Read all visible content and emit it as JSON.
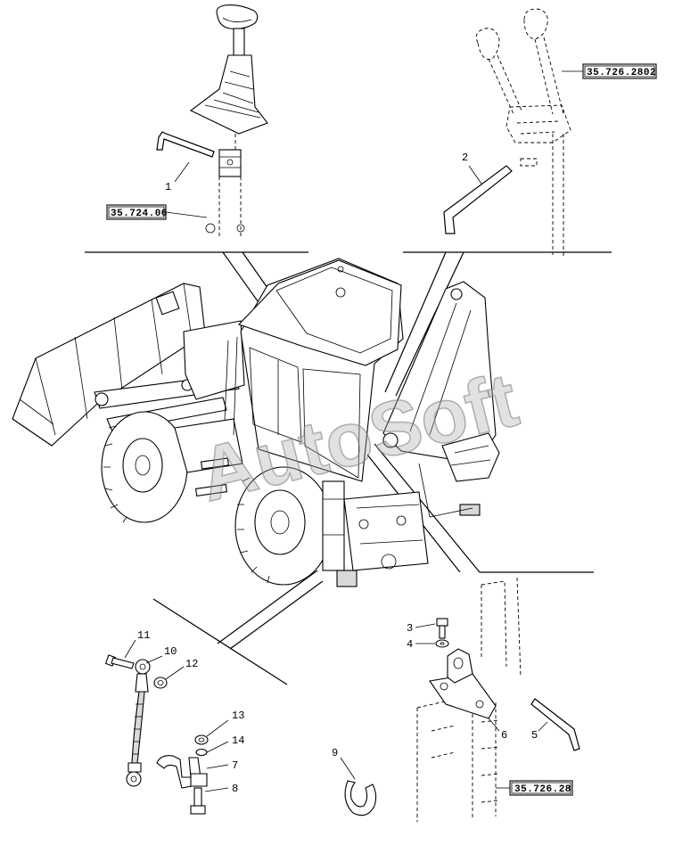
{
  "references": {
    "ref_upper_left": "35.724.06",
    "ref_upper_right": "35.726.2802",
    "ref_lower_right": "35.726.28"
  },
  "callouts": {
    "c1": "1",
    "c2": "2",
    "c3": "3",
    "c4": "4",
    "c5": "5",
    "c6": "6",
    "c7": "7",
    "c8": "8",
    "c9": "9",
    "c10": "10",
    "c11": "11",
    "c12": "12",
    "c13": "13",
    "c14": "14"
  },
  "watermark": "AutoSoft"
}
